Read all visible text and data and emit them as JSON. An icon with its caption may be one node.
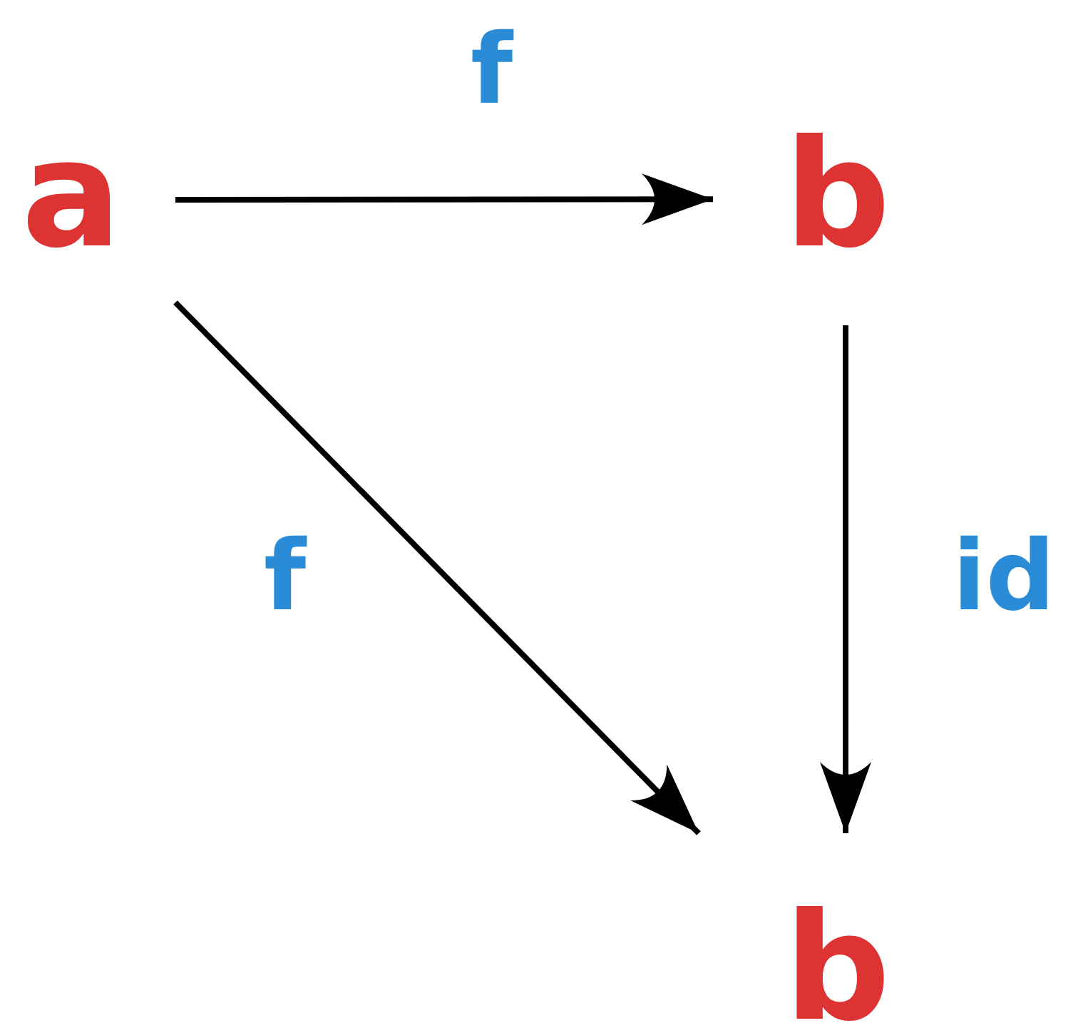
{
  "diagram": {
    "nodes": [
      {
        "text": [
          "a"
        ]
      },
      {
        "text": [
          "b"
        ]
      },
      {
        "text": [
          "b"
        ]
      }
    ],
    "edges": [
      {
        "from": 0,
        "to": 1,
        "arrow": "to",
        "label": "f"
      },
      {
        "from": 0,
        "to": 2,
        "arrow": "to",
        "label": "f"
      },
      {
        "from": 1,
        "to": 2,
        "arrow": "to",
        "label": "id"
      }
    ]
  }
}
